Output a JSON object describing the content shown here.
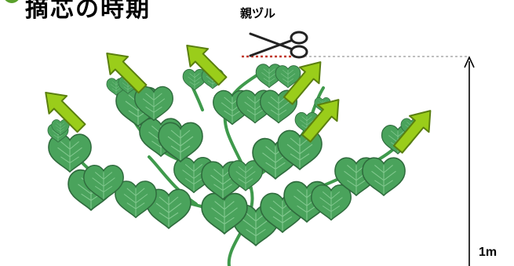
{
  "diagram": {
    "title": "摘芯の時期",
    "cut_label": "親ヅル",
    "height_label": "1m"
  },
  "colors": {
    "leaf": "#4aa35c",
    "leaf_edge": "#2f6b3d",
    "leaf_vein": "#8fd19b",
    "stem": "#3f9a4c",
    "arrow_fill": "#9acd1a",
    "arrow_edge": "#5a7f10",
    "cut_line": "#c0392b",
    "guide_line": "#aaaaaa"
  },
  "icons": [
    "scissors-icon",
    "growth-arrow-icon",
    "vine-leaf-icon",
    "height-arrow-icon"
  ]
}
